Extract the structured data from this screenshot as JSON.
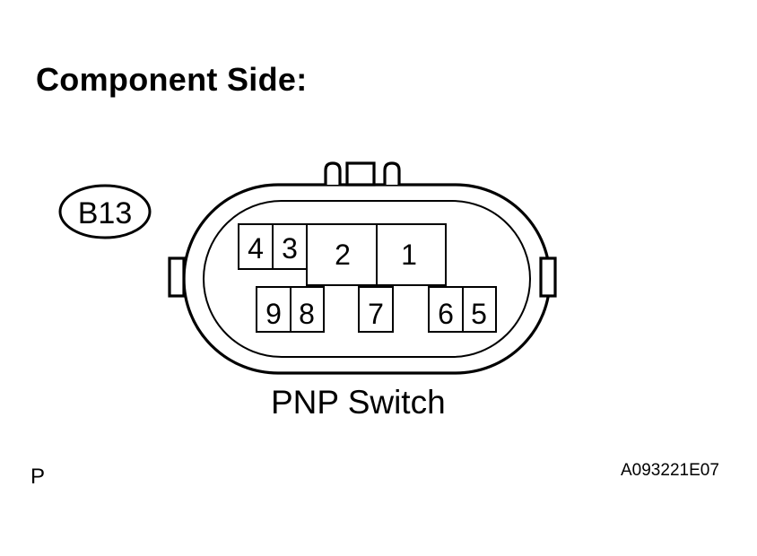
{
  "title": "Component Side:",
  "connector": {
    "code": "B13",
    "name": "PNP Switch",
    "pins": {
      "p1": "1",
      "p2": "2",
      "p3": "3",
      "p4": "4",
      "p5": "5",
      "p6": "6",
      "p7": "7",
      "p8": "8",
      "p9": "9"
    }
  },
  "footer": {
    "left_mark": "P",
    "figure_id": "A093221E07"
  },
  "colors": {
    "line": "#000000",
    "background": "#ffffff"
  }
}
